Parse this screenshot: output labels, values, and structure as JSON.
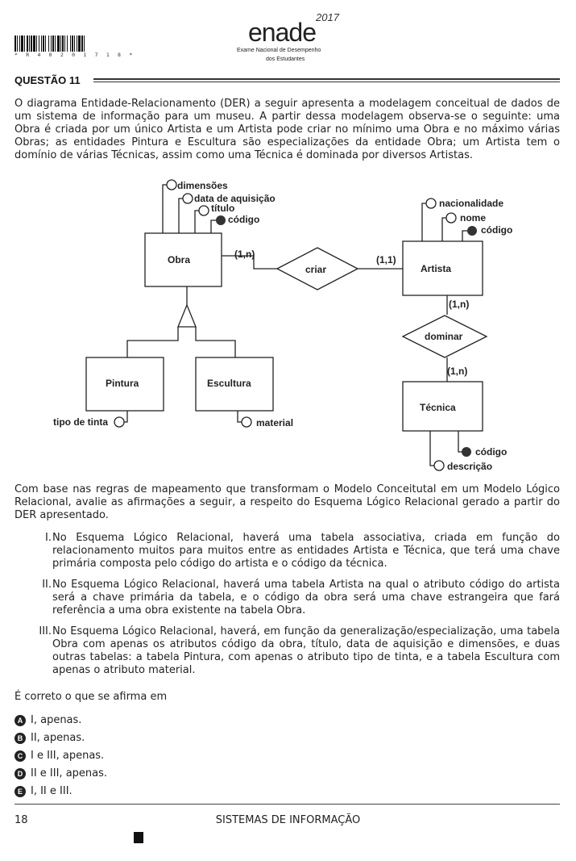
{
  "header": {
    "barcode_digits": "* R 4 0 2 0 1 7 1 8 *",
    "logo_word": "enade",
    "logo_year": "2017",
    "logo_subtitle_1": "Exame Nacional de Desempenho",
    "logo_subtitle_2": "dos Estudantes"
  },
  "question": {
    "title": "QUESTÃO 11",
    "intro": "O diagrama Entidade-Relacionamento (DER) a seguir apresenta a modelagem conceitual de dados de um sistema de informação para um museu. A partir dessa modelagem observa-se o seguinte: uma Obra é criada por um único Artista e um Artista pode criar no mínimo uma Obra e no máximo várias Obras; as entidades Pintura e Escultura são especializações da entidade Obra; um Artista tem o domínio de várias Técnicas, assim como uma Técnica é dominada por diversos Artistas.",
    "lead": "Com base nas regras de mapeamento que transformam o Modelo Conceitutal em um Modelo Lógico Relacional, avalie as afirmações a seguir, a respeito do Esquema Lógico Relacional gerado a partir do DER apresentado.",
    "items": [
      {
        "num": "I.",
        "text": "No Esquema Lógico Relacional, haverá uma tabela associativa, criada em função do relacionamento muitos para muitos entre as entidades Artista e Técnica, que terá uma chave primária composta pelo código do artista e o código da técnica."
      },
      {
        "num": "II.",
        "text": "No Esquema Lógico Relacional, haverá uma tabela Artista na qual o atributo código do artista será a chave primária da tabela, e o código da obra será uma chave estrangeira que fará referência a uma obra existente na tabela Obra."
      },
      {
        "num": "III.",
        "text": "No Esquema Lógico Relacional, haverá, em função da generalização/especialização, uma tabela Obra com apenas os atributos código da obra, título, data de aquisição e dimensões, e duas outras tabelas: a tabela Pintura, com apenas o atributo tipo de tinta, e a tabela Escultura com apenas o atributo material."
      }
    ],
    "prompt": "É correto o que se afirma em",
    "options": [
      {
        "letter": "A",
        "text": "I, apenas."
      },
      {
        "letter": "B",
        "text": "II, apenas."
      },
      {
        "letter": "C",
        "text": "I e III, apenas."
      },
      {
        "letter": "D",
        "text": "II e III, apenas."
      },
      {
        "letter": "E",
        "text": "I, II e III."
      }
    ]
  },
  "diagram": {
    "entities": {
      "obra": "Obra",
      "artista": "Artista",
      "pintura": "Pintura",
      "escultura": "Escultura",
      "tecnica": "Técnica"
    },
    "relationships": {
      "criar": "criar",
      "dominar": "dominar"
    },
    "cardinalities": {
      "obra_criar": "(1,n)",
      "artista_criar": "(1,1)",
      "artista_dominar": "(1,n)",
      "tecnica_dominar": "(1,n)"
    },
    "attributes": {
      "obra_dimensoes": "dimensões",
      "obra_data": "data de aquisição",
      "obra_titulo": "título",
      "obra_codigo": "código",
      "artista_nacionalidade": "nacionalidade",
      "artista_nome": "nome",
      "artista_codigo": "código",
      "pintura_tipo": "tipo de tinta",
      "escultura_material": "material",
      "tecnica_codigo": "código",
      "tecnica_descricao": "descrição"
    }
  },
  "footer": {
    "page_number": "18",
    "course": "SISTEMAS DE INFORMAÇÃO"
  },
  "colors": {
    "ink": "#222222",
    "key_attribute": "#333333"
  }
}
